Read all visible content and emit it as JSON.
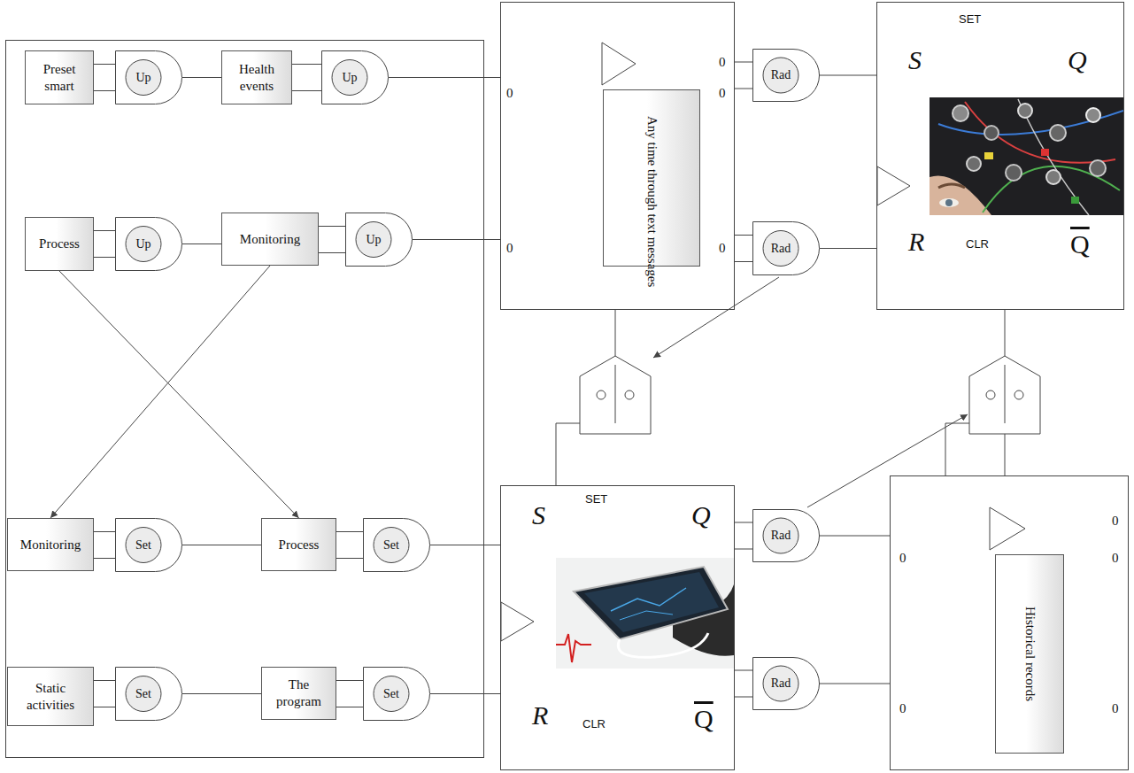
{
  "diagram": {
    "nodes": [
      {
        "text": [
          "Preset smart"
        ]
      },
      {
        "text": [
          "Up"
        ]
      },
      {
        "text": [
          "Health events"
        ]
      },
      {
        "text": [
          "Up"
        ]
      },
      {
        "text": [
          "Process"
        ]
      },
      {
        "text": [
          "Up"
        ]
      },
      {
        "text": [
          "Monitoring"
        ]
      },
      {
        "text": [
          "Up"
        ]
      },
      {
        "text": [
          "Monitoring"
        ]
      },
      {
        "text": [
          "Set"
        ]
      },
      {
        "text": [
          "Process"
        ]
      },
      {
        "text": [
          "Set"
        ]
      },
      {
        "text": [
          "Static activities"
        ]
      },
      {
        "text": [
          "Set"
        ]
      },
      {
        "text": [
          "The program"
        ]
      },
      {
        "text": [
          "Set"
        ]
      },
      {
        "text": [
          "0",
          "0",
          "0",
          "0",
          "0"
        ]
      },
      {
        "text": [
          "Any time through text messages"
        ],
        "in": 16
      },
      {
        "text": [
          "Rad"
        ]
      },
      {
        "text": [
          "Rad"
        ]
      },
      {
        "text": [
          "SET",
          "S",
          "Q",
          "R",
          "CLR",
          "Q"
        ]
      },
      {
        "text": [
          "SET",
          "S",
          "Q",
          "R",
          "CLR",
          "Q"
        ]
      },
      {
        "text": [
          "Rad"
        ]
      },
      {
        "text": [
          "Rad"
        ]
      },
      {
        "text": [
          "0",
          "0",
          "0",
          "0",
          "0"
        ]
      },
      {
        "text": [
          "Historical records"
        ],
        "in": 24
      }
    ],
    "edges": [
      {
        "from": 0,
        "to": 1,
        "arrow": "none"
      },
      {
        "from": 1,
        "to": 2,
        "arrow": "none"
      },
      {
        "from": 2,
        "to": 3,
        "arrow": "none"
      },
      {
        "from": 3,
        "to": 16,
        "arrow": "none"
      },
      {
        "from": 4,
        "to": 5,
        "arrow": "none"
      },
      {
        "from": 5,
        "to": 6,
        "arrow": "none"
      },
      {
        "from": 6,
        "to": 7,
        "arrow": "none"
      },
      {
        "from": 7,
        "to": 16,
        "arrow": "none"
      },
      {
        "from": 4,
        "to": 10,
        "arrow": "to"
      },
      {
        "from": 6,
        "to": 8,
        "arrow": "to"
      },
      {
        "from": 8,
        "to": 9,
        "arrow": "none"
      },
      {
        "from": 9,
        "to": 10,
        "arrow": "none"
      },
      {
        "from": 10,
        "to": 11,
        "arrow": "none"
      },
      {
        "from": 11,
        "to": 21,
        "arrow": "none"
      },
      {
        "from": 12,
        "to": 13,
        "arrow": "none"
      },
      {
        "from": 13,
        "to": 14,
        "arrow": "none"
      },
      {
        "from": 14,
        "to": 15,
        "arrow": "none"
      },
      {
        "from": 15,
        "to": 21,
        "arrow": "none"
      },
      {
        "from": 16,
        "to": 18,
        "arrow": "none"
      },
      {
        "from": 18,
        "to": 20,
        "arrow": "none"
      },
      {
        "from": 16,
        "to": 19,
        "arrow": "none"
      },
      {
        "from": 19,
        "to": 20,
        "arrow": "none"
      },
      {
        "from": 21,
        "to": 22,
        "arrow": "none"
      },
      {
        "from": 22,
        "to": 24,
        "arrow": "none"
      },
      {
        "from": 21,
        "to": 23,
        "arrow": "none"
      },
      {
        "from": 23,
        "to": 24,
        "arrow": "none"
      }
    ]
  }
}
